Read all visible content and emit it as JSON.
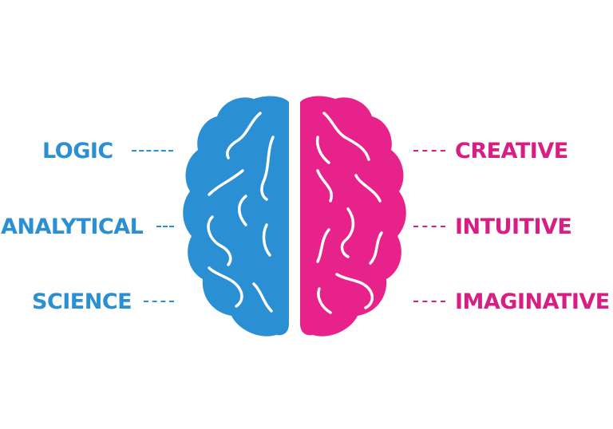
{
  "left_labels": [
    "LOGIC",
    "ANALYTICAL",
    "SCIENCE"
  ],
  "right_labels": [
    "CREATIVE",
    "INTUITIVE",
    "IMAGINATIVE"
  ],
  "colors": {
    "left_hemisphere": "#2b8fd4",
    "right_hemisphere": "#e8228b",
    "left_text": "#2b8fd4",
    "right_text": "#d81d83",
    "background": "#ffffff",
    "folds": "#ffffff"
  }
}
